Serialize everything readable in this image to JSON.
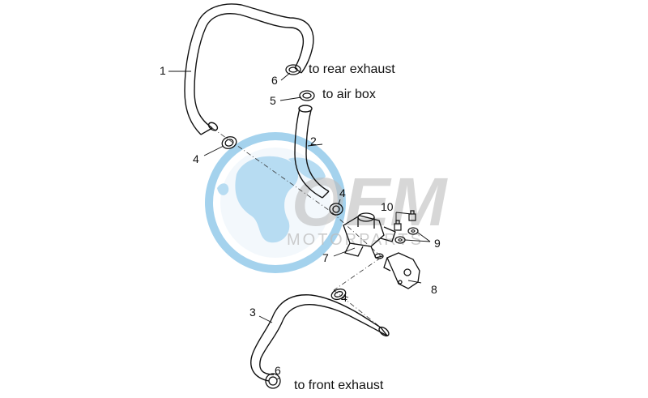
{
  "watermark": {
    "brand": "OEM",
    "subtitle": "MOTORPARTS",
    "globe_color": "#5aaee0",
    "brand_color": "#bdbdbd"
  },
  "callouts": {
    "n1": "1",
    "n2": "2",
    "n3": "3",
    "n4a": "4",
    "n4b": "4",
    "n4c": "4",
    "n5": "5",
    "n6a": "6",
    "n6b": "6",
    "n7": "7",
    "n8": "8",
    "n9": "9",
    "n10": "10"
  },
  "notes": {
    "rear": "to rear exhaust",
    "airbox": "to air box",
    "front": "to front exhaust"
  }
}
